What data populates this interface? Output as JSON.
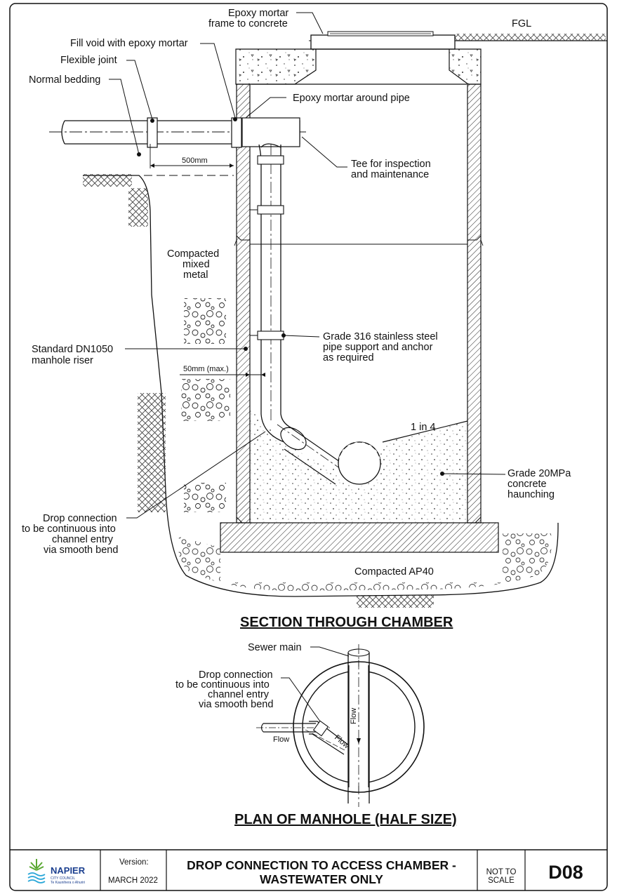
{
  "section": {
    "heading": "SECTION THROUGH CHAMBER",
    "labels": {
      "epoxy_frame_1": "Epoxy mortar",
      "epoxy_frame_2": "frame to concrete",
      "fgl": "FGL",
      "fill_void": "Fill void with epoxy mortar",
      "flexible_joint": "Flexible joint",
      "normal_bedding": "Normal bedding",
      "epoxy_pipe": "Epoxy mortar around pipe",
      "dim_500": "500mm",
      "tee_1": "Tee for inspection",
      "tee_2": "and maintenance",
      "compacted_1": "Compacted",
      "compacted_2": "mixed",
      "compacted_3": "metal",
      "riser_1": "Standard DN1050",
      "riser_2": "manhole riser",
      "support_1": "Grade 316 stainless steel",
      "support_2": "pipe support and anchor",
      "support_3": "as required",
      "dim_50": "50mm (max.)",
      "slope": "1 in 4",
      "haunch_1": "Grade 20MPa",
      "haunch_2": "concrete",
      "haunch_3": "haunching",
      "drop_1": "Drop connection",
      "drop_2": "to be continuous into",
      "drop_3": "channel entry",
      "drop_4": "via smooth bend",
      "ap40": "Compacted AP40"
    }
  },
  "plan": {
    "heading": "PLAN OF MANHOLE (HALF SIZE)",
    "labels": {
      "sewer_main": "Sewer main",
      "drop_1": "Drop connection",
      "drop_2": "to be continuous into",
      "drop_3": "channel entry",
      "drop_4": "via smooth bend",
      "flow_main": "Flow",
      "flow_branch": "Flow",
      "flow_drop": "Flow"
    }
  },
  "title_block": {
    "logo_name": "NAPIER",
    "logo_sub1": "CITY COUNCIL",
    "logo_sub2": "Te Kaunihera o Ahuriri",
    "version_label": "Version:",
    "version_date": "MARCH 2022",
    "title_1": "DROP CONNECTION TO ACCESS CHAMBER -",
    "title_2": "WASTEWATER ONLY",
    "scale_1": "NOT TO",
    "scale_2": "SCALE",
    "code": "D08"
  },
  "colors": {
    "ink": "#111111",
    "logo_blue": "#1b3f8f",
    "logo_green": "#5aa832",
    "logo_cyan": "#2aa7d8"
  }
}
